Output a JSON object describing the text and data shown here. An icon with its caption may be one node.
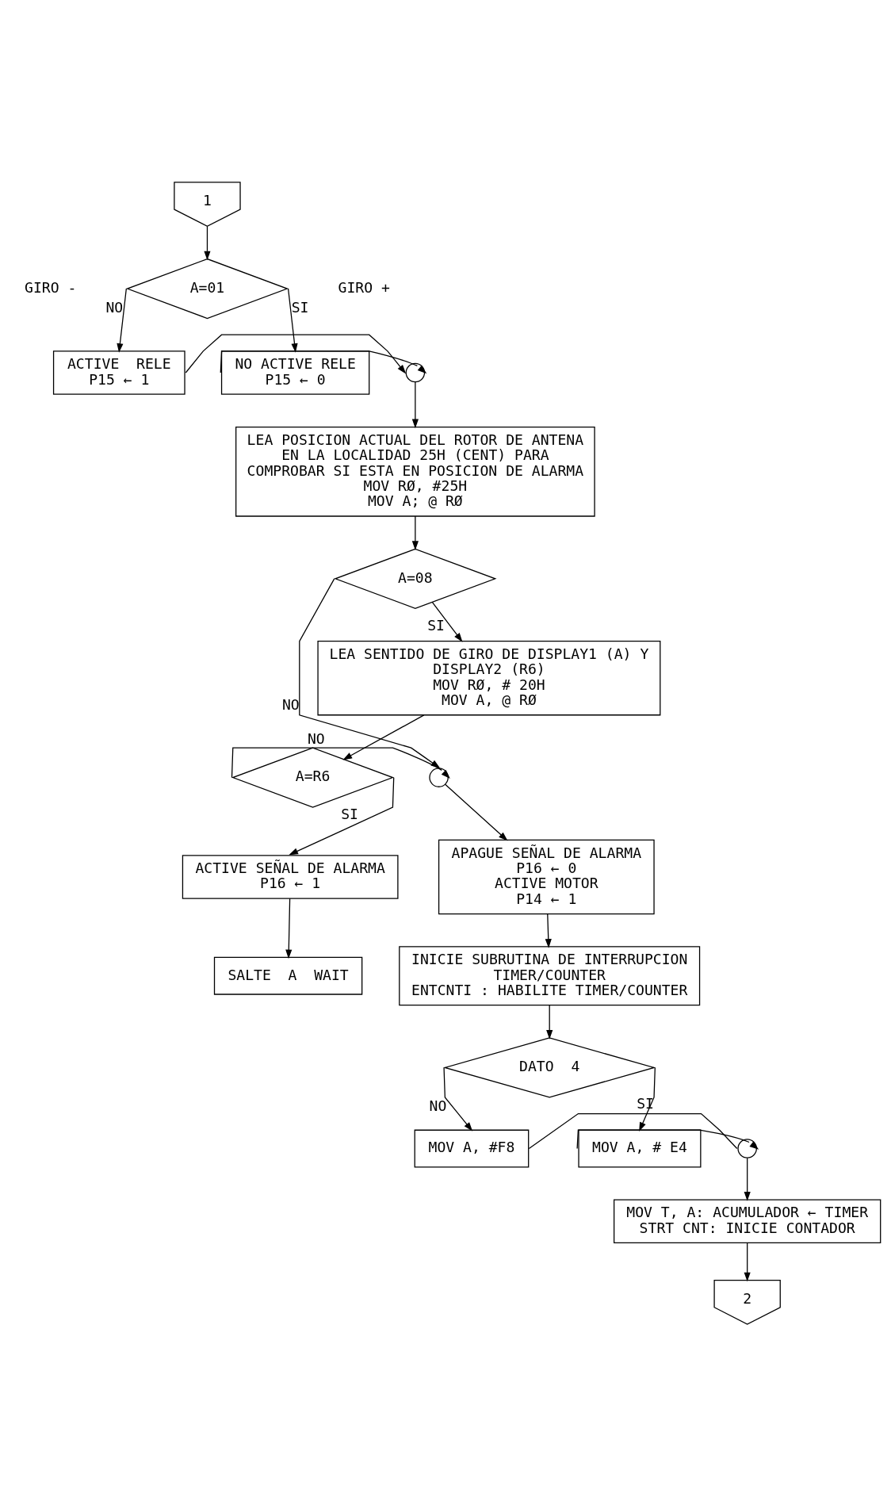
{
  "diagram": {
    "nodes": [
      {
        "text": [
          "1"
        ]
      },
      {
        "text": [
          "A=01"
        ]
      },
      {
        "text": [
          "ACTIVE  RELE",
          "P15 ← 1"
        ]
      },
      {
        "text": [
          "NO ACTIVE RELE",
          "P15 ← 0"
        ]
      },
      {
        "text": [],
        "shape": "circle"
      },
      {
        "text": [
          "LEA POSICION ACTUAL DEL ROTOR DE ANTENA EN LA LOCALIDAD 25H (CENT) PARA COMPROBAR SI ESTA EN POSICION DE ALARMA",
          "MOV RØ, #25H",
          "MOV A; @ RØ"
        ]
      },
      {
        "text": [
          "A=08"
        ]
      },
      {
        "text": [
          "LEA SENTIDO DE GIRO DE DISPLAY1 (A) Y DISPLAY2 (R6)",
          "MOV RØ, # 20H",
          "MOV A, @ RØ"
        ]
      },
      {
        "text": [
          "A=R6"
        ]
      },
      {
        "text": [],
        "shape": "circle"
      },
      {
        "text": [
          "APAGUE SEÑAL DE ALARMA",
          "P16 ← 0",
          "ACTIVE MOTOR",
          "P14 ← 1"
        ]
      },
      {
        "text": [
          "ACTIVE SEÑAL DE ALARMA",
          "P16 ← 1"
        ]
      },
      {
        "text": [
          "SALTE  A  WAIT"
        ]
      },
      {
        "text": [
          "INICIE SUBRUTINA DE INTERRUPCION",
          "TIMER/COUNTER",
          "ENTCNTI : HABILITE TIMER/COUNTER"
        ]
      },
      {
        "text": [
          "DATO  4"
        ]
      },
      {
        "text": [
          "MOV A, #F8"
        ]
      },
      {
        "text": [
          "MOV A, # E4"
        ]
      },
      {
        "text": [],
        "shape": "circle"
      },
      {
        "text": [
          "MOV T, A: ACUMULADOR ← TIMER",
          "STRT CNT: INICIE CONTADOR"
        ]
      },
      {
        "text": [
          "2"
        ]
      }
    ],
    "edges": [
      {
        "from": 0,
        "to": 1,
        "arrow": "to"
      },
      {
        "from": 1,
        "to": 2,
        "arrow": "to",
        "label": "NO"
      },
      {
        "from": 1,
        "to": 3,
        "arrow": "to",
        "label": "SI"
      },
      {
        "from": 2,
        "to": 4,
        "arrow": "to"
      },
      {
        "from": 3,
        "to": 4,
        "arrow": "to"
      },
      {
        "from": 4,
        "to": 5,
        "arrow": "to"
      },
      {
        "from": 5,
        "to": 6,
        "arrow": "to"
      },
      {
        "from": 6,
        "to": 9,
        "arrow": "to",
        "label": "NO"
      },
      {
        "from": 6,
        "to": 7,
        "arrow": "to",
        "label": "SI"
      },
      {
        "from": 7,
        "to": 8,
        "arrow": "to"
      },
      {
        "from": 8,
        "to": 9,
        "arrow": "to",
        "label": "NO"
      },
      {
        "from": 8,
        "to": 11,
        "arrow": "to",
        "label": "SI"
      },
      {
        "from": 9,
        "to": 10,
        "arrow": "to"
      },
      {
        "from": 11,
        "to": 12,
        "arrow": "to"
      },
      {
        "from": 10,
        "to": 13,
        "arrow": "to"
      },
      {
        "from": 13,
        "to": 14,
        "arrow": "to"
      },
      {
        "from": 14,
        "to": 15,
        "arrow": "to",
        "label": "NO"
      },
      {
        "from": 14,
        "to": 16,
        "arrow": "to",
        "label": "SI"
      },
      {
        "from": 15,
        "to": 17,
        "arrow": "none"
      },
      {
        "from": 16,
        "to": 17,
        "arrow": "to"
      },
      {
        "from": 17,
        "to": 18,
        "arrow": "to"
      },
      {
        "from": 18,
        "to": 19,
        "arrow": "to"
      }
    ],
    "labels": [
      "GIRO -",
      "GIRO +"
    ]
  }
}
